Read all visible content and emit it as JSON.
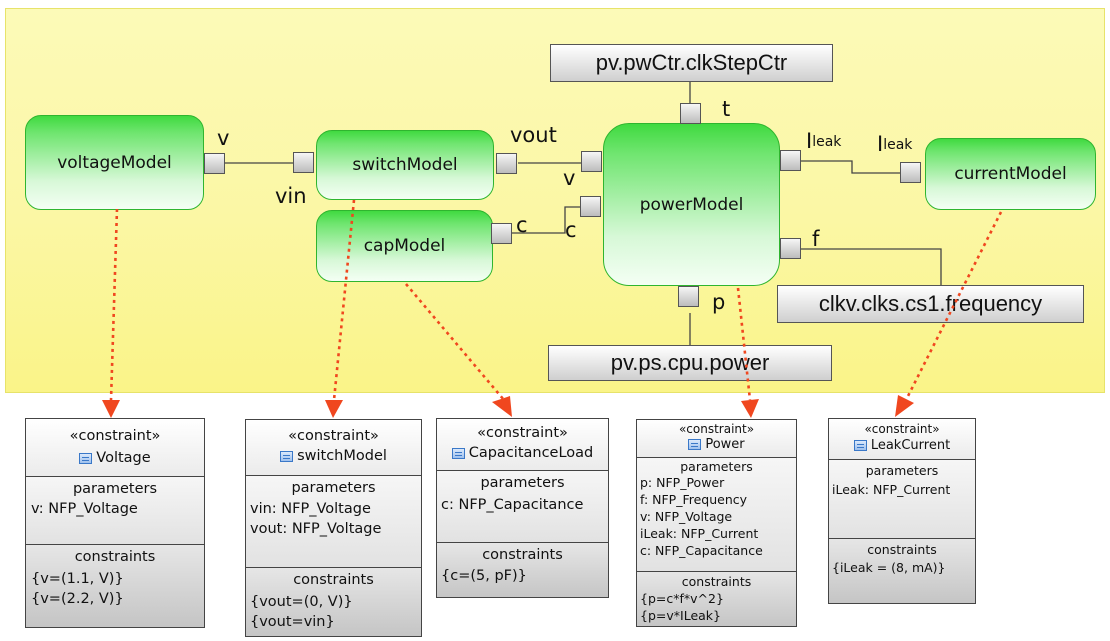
{
  "blocks": {
    "voltage": "voltageModel",
    "switch": "switchModel",
    "cap": "capModel",
    "power": "powerModel",
    "current": "currentModel"
  },
  "ports": {
    "v": "v",
    "vin": "vin",
    "vout": "vout",
    "power_v": "v",
    "cap_c": "c",
    "power_c": "c",
    "t": "t",
    "ileak_main": "I",
    "ileak_sub": "leak",
    "ileak2_main": "I",
    "ileak2_sub": "leak",
    "f": "f",
    "p": "p"
  },
  "value_properties": {
    "clk_step": "pv.pwCtr.clkStepCtr",
    "frequency": "clkv.clks.cs1.frequency",
    "cpu_power": "pv.ps.cpu.power"
  },
  "constraints": {
    "voltage": {
      "stereotype": "«constraint»",
      "name": "Voltage",
      "parameters_title": "parameters",
      "parameters": [
        "v: NFP_Voltage"
      ],
      "constraints_title": "constraints",
      "constraints": [
        "{v=(1.1, V)}",
        "{v=(2.2, V)}"
      ]
    },
    "switch": {
      "stereotype": "«constraint»",
      "name": "switchModel",
      "parameters_title": "parameters",
      "parameters": [
        "vin: NFP_Voltage",
        "vout: NFP_Voltage"
      ],
      "constraints_title": "constraints",
      "constraints": [
        "{vout=(0, V)}",
        "{vout=vin}"
      ]
    },
    "cap": {
      "stereotype": "«constraint»",
      "name": "CapacitanceLoad",
      "parameters_title": "parameters",
      "parameters": [
        "c: NFP_Capacitance"
      ],
      "constraints_title": "constraints",
      "constraints": [
        "{c=(5, pF)}"
      ]
    },
    "power": {
      "stereotype": "«constraint»",
      "name": "Power",
      "parameters_title": "parameters",
      "parameters": [
        "p: NFP_Power",
        "f: NFP_Frequency",
        "v: NFP_Voltage",
        "iLeak: NFP_Current",
        "c: NFP_Capacitance"
      ],
      "constraints_title": "constraints",
      "constraints": [
        "{p=c*f*v^2}",
        "{p=v*ILeak}"
      ]
    },
    "leak": {
      "stereotype": "«constraint»",
      "name": "LeakCurrent",
      "parameters_title": "parameters",
      "parameters": [
        "iLeak: NFP_Current"
      ],
      "constraints_title": "constraints",
      "constraints": [
        "{iLeak = (8, mA)}"
      ]
    }
  },
  "colors": {
    "connector": "#444444",
    "dependency_arrow": "#f0471f",
    "block_green": "#40da40",
    "panel_yellow": "#fbf7a4"
  }
}
